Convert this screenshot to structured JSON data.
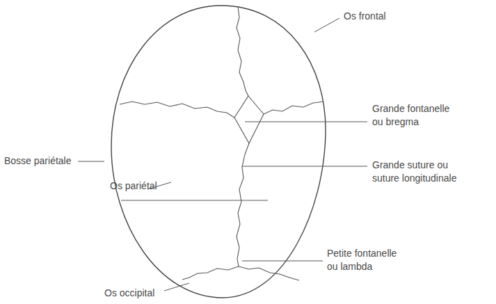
{
  "diagram": {
    "labels": [
      "Os frontal",
      "Grande fontanelle ou bregma",
      "Grande suture ou suture longitudinale",
      "Bosse pariétale",
      "Os pariétal",
      "Petite fontanelle ou lambda",
      "Os occipital"
    ]
  }
}
